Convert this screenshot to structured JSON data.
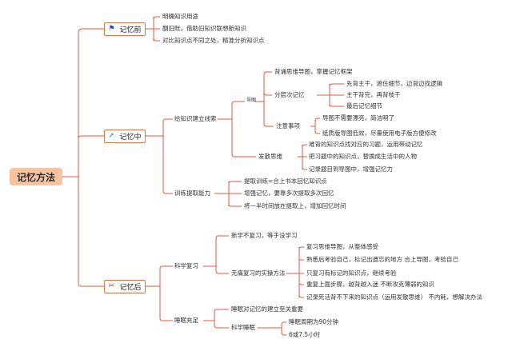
{
  "colors": {
    "line": "#e25a3c",
    "root_fill": "#f8c3a0",
    "category_border": "#e0774a"
  },
  "root": "记忆方法",
  "before": {
    "label": "记忆前",
    "icon": "flag-icon",
    "items": [
      "明确知识用途",
      "翻旧账，借助旧知识联想新知识",
      "对比知识点不同之处，精准分析知识点"
    ]
  },
  "during": {
    "label": "记忆中",
    "icon": "paper-plane-icon",
    "build": {
      "label": "给知识建立线索",
      "map": {
        "label": "导图",
        "back": "背诵思维导图，掌握记忆框架",
        "layered": {
          "label": "分层次记忆",
          "items": [
            "先背主干，遮住细节，边背边找逻辑",
            "主干背完，再背枝干",
            "最后记忆细节"
          ]
        },
        "notes": {
          "label": "注意事项",
          "items": [
            "导图不需要漂亮，简洁明了",
            "纸质版导图低效，尽量使用电子版方便修改"
          ]
        }
      },
      "divergent": {
        "label": "发散思维",
        "items": [
          "难背的知识点找对应的习题，运用带动记忆",
          "把习题中的知识点，替换成生活中的人物",
          "记录题目到导图中，增强记忆力"
        ]
      }
    },
    "retrieve": {
      "label": "训练提取能力",
      "items": [
        "提取训练=合上书本回忆知识点",
        "增强记忆，要靠多次提取多次回忆",
        "将一半时间放在提取上，增加回忆时间"
      ]
    }
  },
  "after": {
    "label": "记忆后",
    "icon": "scissors-icon",
    "review": {
      "label": "科学复习",
      "new": "新学不复习，等于没学习",
      "method": {
        "label": "无痛复习的实操方法",
        "items": [
          "复习思维导图，从整体感受",
          "熟悉后考验自己，标记出遗忘的地方 合上导图，考验自己",
          "只复习有标记的知识点，继续考验",
          "重复上面步骤，越背越入迷 不断攻克薄弱的知识",
          "记录死活背不下来的知识点（运用发散思维） 不内耗，想解决办法"
        ]
      }
    },
    "sleep": {
      "label": "睡眠充足",
      "item": "睡眠对记忆的建立至关重要",
      "science": {
        "label": "科学睡眠",
        "items": [
          "睡眠周期为90分钟",
          "6或7.5小时"
        ]
      }
    }
  }
}
